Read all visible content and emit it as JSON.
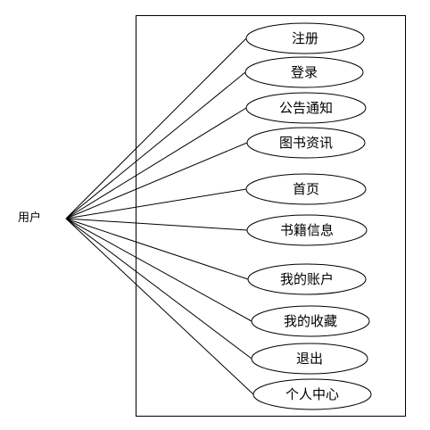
{
  "actor": {
    "label": "用户"
  },
  "use_cases": [
    {
      "label": "注册"
    },
    {
      "label": "登录"
    },
    {
      "label": "公告通知"
    },
    {
      "label": "图书资讯"
    },
    {
      "label": "首页"
    },
    {
      "label": "书籍信息"
    },
    {
      "label": "我的账户"
    },
    {
      "label": "我的收藏"
    },
    {
      "label": "退出"
    },
    {
      "label": "个人中心"
    }
  ],
  "colors": {
    "line": "#000000",
    "background": "#ffffff",
    "text": "#000000"
  }
}
